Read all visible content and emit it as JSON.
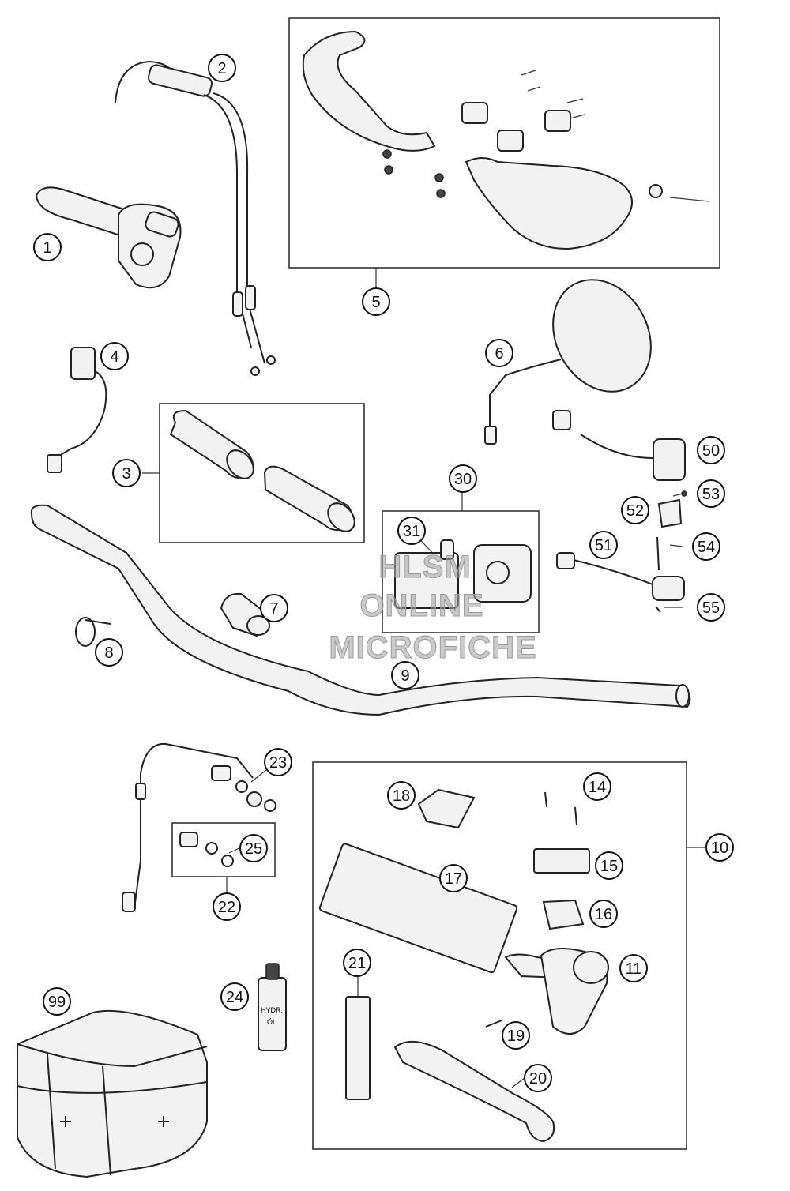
{
  "callouts": [
    "1",
    "2",
    "3",
    "4",
    "5",
    "6",
    "7",
    "8",
    "9",
    "10",
    "11",
    "14",
    "15",
    "16",
    "17",
    "18",
    "19",
    "20",
    "21",
    "22",
    "23",
    "24",
    "25",
    "30",
    "31",
    "50",
    "51",
    "52",
    "53",
    "54",
    "55",
    "99"
  ],
  "bottle_label": [
    "HYDR.",
    "ÖL"
  ],
  "watermark": {
    "line1": "HLSM",
    "line2": "ONLINE",
    "line3": "MICROFICHE"
  }
}
